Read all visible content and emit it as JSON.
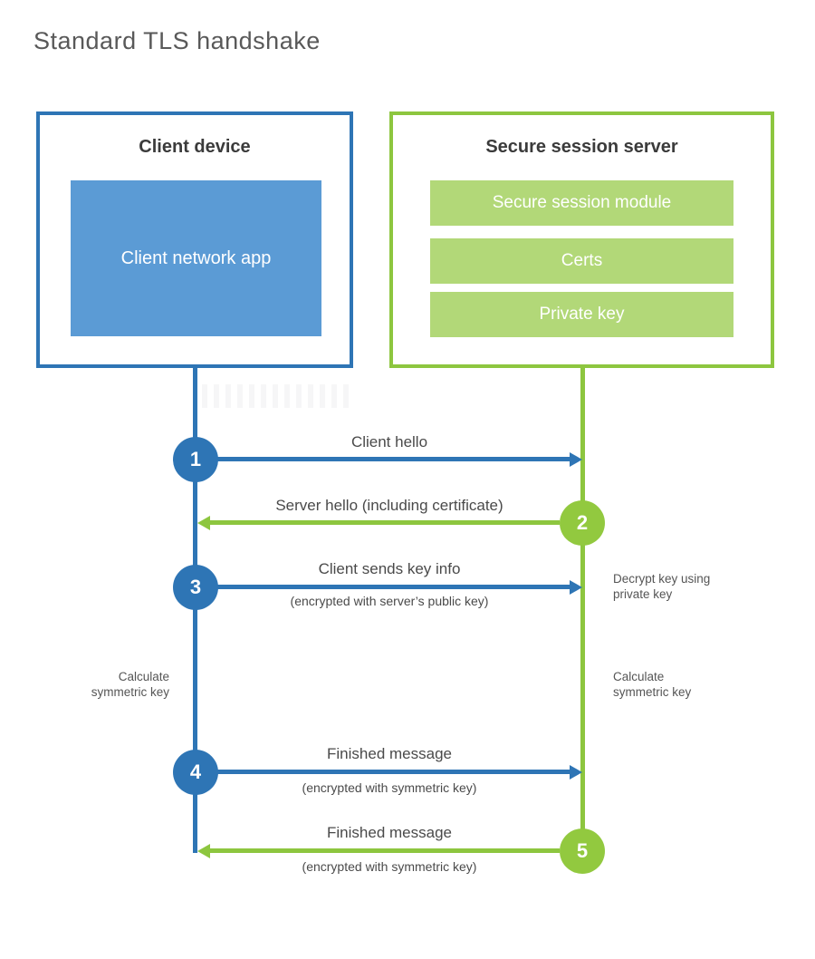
{
  "title": "Standard TLS handshake",
  "colors": {
    "client_primary": "#2e75b5",
    "client_fill": "#5b9bd5",
    "server_primary": "#8dc63f",
    "server_circle": "#92c93f",
    "server_fill": "#b2d878",
    "heading_text": "#3b3b3b",
    "label_text": "#4a4a4a"
  },
  "client": {
    "title": "Client device",
    "app_label": "Client network app"
  },
  "server": {
    "title": "Secure session server",
    "modules": [
      {
        "label": "Secure session module"
      },
      {
        "label": "Certs"
      },
      {
        "label": "Private key"
      }
    ]
  },
  "steps": [
    {
      "number": "1",
      "from": "client",
      "to": "server",
      "label": "Client hello",
      "sublabel": ""
    },
    {
      "number": "2",
      "from": "server",
      "to": "client",
      "label": "Server hello (including certificate)",
      "sublabel": ""
    },
    {
      "number": "3",
      "from": "client",
      "to": "server",
      "label": "Client sends key info",
      "sublabel": "(encrypted with server’s public key)"
    },
    {
      "number": "4",
      "from": "client",
      "to": "server",
      "label": "Finished message",
      "sublabel": "(encrypted with symmetric key)"
    },
    {
      "number": "5",
      "from": "server",
      "to": "client",
      "label": "Finished message",
      "sublabel": "(encrypted with symmetric key)"
    }
  ],
  "notes": [
    {
      "side": "right",
      "line1": "Decrypt key using",
      "line2": "private key"
    },
    {
      "side": "left",
      "line1": "Calculate",
      "line2": "symmetric key"
    },
    {
      "side": "right",
      "line1": "Calculate",
      "line2": "symmetric key"
    }
  ]
}
